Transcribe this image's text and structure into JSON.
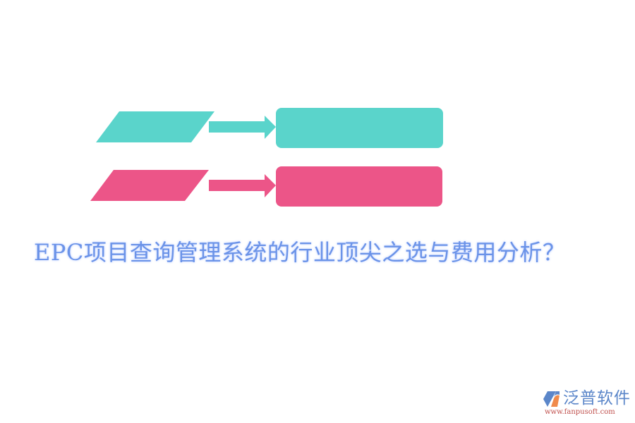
{
  "colors": {
    "teal": "#5ad4cb",
    "pink": "#ec5588",
    "title": "#6b93e8",
    "logo_blue": "#5b86c9",
    "logo_orange": "#f08a4b",
    "logo_url": "#c0504d"
  },
  "diagram": {
    "rows": [
      {
        "color": "teal",
        "input_label": "",
        "output_label": ""
      },
      {
        "color": "pink",
        "input_label": "",
        "output_label": ""
      }
    ]
  },
  "title": {
    "text": "EPC项目查询管理系统的行业顶尖之选与费用分析？"
  },
  "logo": {
    "name": "泛普软件",
    "url": "www.fanpusoft.com",
    "icon": "fanpu-logo-icon"
  }
}
